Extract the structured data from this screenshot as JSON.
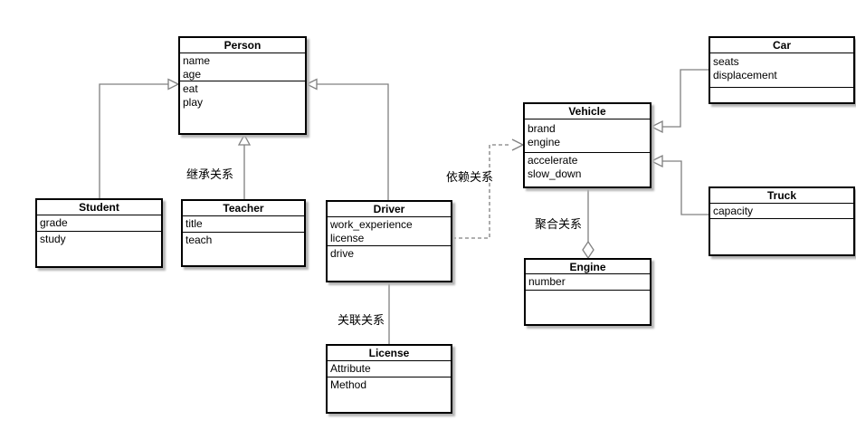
{
  "diagram": {
    "type": "uml-class-diagram",
    "classes": [
      {
        "id": "person",
        "name": "Person",
        "attributes": [
          "name",
          "age"
        ],
        "methods": [
          "eat",
          "play"
        ]
      },
      {
        "id": "student",
        "name": "Student",
        "attributes": [
          "grade"
        ],
        "methods": [
          "study"
        ]
      },
      {
        "id": "teacher",
        "name": "Teacher",
        "attributes": [
          "title"
        ],
        "methods": [
          "teach"
        ]
      },
      {
        "id": "driver",
        "name": "Driver",
        "attributes": [
          "work_experience",
          "license"
        ],
        "methods": [
          "drive"
        ]
      },
      {
        "id": "license",
        "name": "License",
        "attributes": [
          "Attribute"
        ],
        "methods": [
          "Method"
        ]
      },
      {
        "id": "vehicle",
        "name": "Vehicle",
        "attributes": [
          "brand",
          "engine"
        ],
        "methods": [
          "accelerate",
          "slow_down"
        ]
      },
      {
        "id": "engine",
        "name": "Engine",
        "attributes": [
          "number"
        ],
        "methods": []
      },
      {
        "id": "car",
        "name": "Car",
        "attributes": [
          "seats",
          "displacement"
        ],
        "methods": []
      },
      {
        "id": "truck",
        "name": "Truck",
        "attributes": [
          "capacity"
        ],
        "methods": []
      }
    ],
    "relationships": [
      {
        "from": "Student",
        "to": "Person",
        "type": "inheritance",
        "label": ""
      },
      {
        "from": "Teacher",
        "to": "Person",
        "type": "inheritance",
        "label": "继承关系"
      },
      {
        "from": "Driver",
        "to": "Person",
        "type": "inheritance",
        "label": ""
      },
      {
        "from": "Driver",
        "to": "License",
        "type": "association",
        "label": "关联关系"
      },
      {
        "from": "Driver",
        "to": "Vehicle",
        "type": "dependency",
        "label": "依赖关系"
      },
      {
        "from": "Vehicle",
        "to": "Engine",
        "type": "aggregation",
        "label": "聚合关系"
      },
      {
        "from": "Car",
        "to": "Vehicle",
        "type": "inheritance",
        "label": ""
      },
      {
        "from": "Truck",
        "to": "Vehicle",
        "type": "inheritance",
        "label": ""
      }
    ],
    "colors": {
      "background": "#ffffff",
      "box_fill": "#ffffff",
      "box_border": "#000000",
      "connector": "#808080",
      "text": "#000000"
    }
  }
}
